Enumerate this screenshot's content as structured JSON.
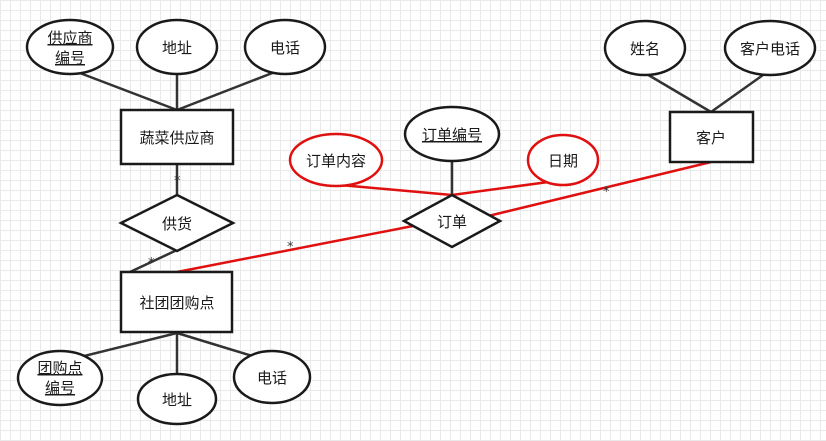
{
  "entities": {
    "supplier": "蔬菜供应商",
    "group_point": "社团团购点",
    "customer": "客户"
  },
  "relationships": {
    "supply": "供货",
    "order": "订单"
  },
  "attributes": {
    "supplier_id_line1": "供应商",
    "supplier_id_line2": "编号",
    "supplier_address": "地址",
    "supplier_phone": "电话",
    "customer_name": "姓名",
    "customer_phone": "客户电话",
    "order_id": "订单编号",
    "order_content": "订单内容",
    "order_date": "日期",
    "group_id_line1": "团购点",
    "group_id_line2": "编号",
    "group_address": "地址",
    "group_phone": "电话"
  },
  "cardinalities": {
    "supplier_supply": "*",
    "supply_group": "*",
    "group_order": "*",
    "order_customer": "*"
  },
  "colors": {
    "highlight": "#e01010",
    "outline": "#1a1a1a"
  }
}
